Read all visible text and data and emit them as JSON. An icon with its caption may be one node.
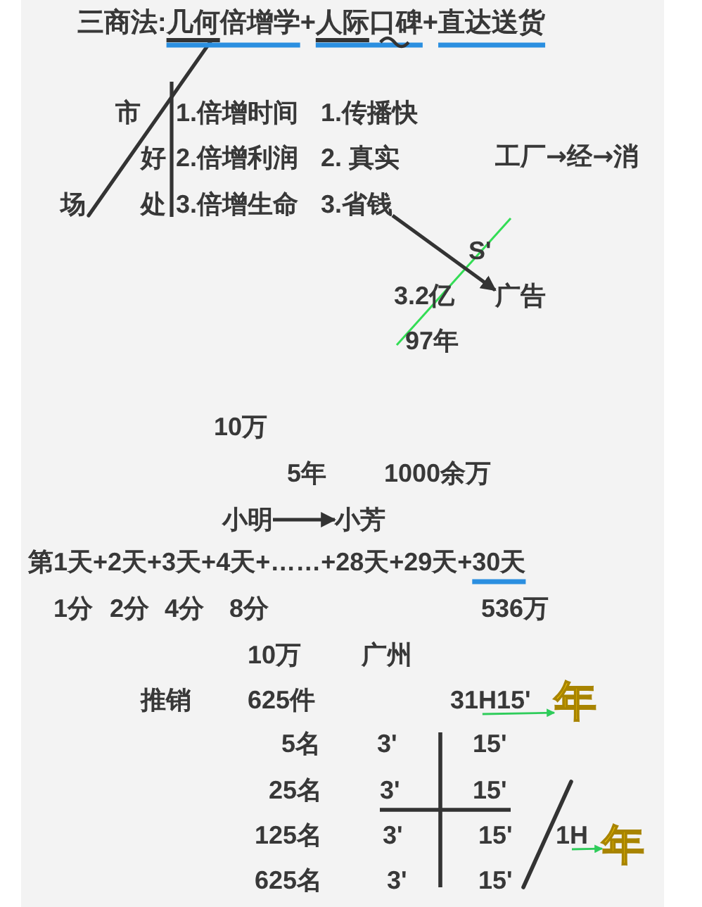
{
  "diagram": {
    "title": "三商法:几何倍增学+人际口碑+直达送货",
    "nodes": [
      {
        "text": [
          "3.省钱"
        ]
      },
      {
        "text": [
          "广告"
        ]
      },
      {
        "text": [
          "小明"
        ]
      },
      {
        "text": [
          "小芳"
        ]
      },
      {
        "text": [
          "31H15'"
        ]
      },
      {
        "text": [
          "年"
        ]
      },
      {
        "text": [
          "1H"
        ]
      },
      {
        "text": [
          "年"
        ]
      }
    ],
    "edges": [
      {
        "from": 0,
        "to": 1,
        "arrow": "to"
      },
      {
        "from": 2,
        "to": 3,
        "arrow": "to"
      },
      {
        "from": 4,
        "to": 5,
        "arrow": "to",
        "color": "#2ecc5a"
      },
      {
        "from": 6,
        "to": 7,
        "arrow": "to",
        "color": "#2ecc5a"
      }
    ],
    "labels": [
      "市",
      "1.倍增时间",
      "1.传播快",
      "好",
      "2.倍增利润",
      "2. 真实",
      "工厂→经→消",
      "场",
      "处",
      "3.倍增生命",
      "S'",
      "3.2亿",
      "97年",
      "10万",
      "5年",
      "1000余万",
      "第1天+2天+3天+4天+……+28天+29天+30天",
      "1分",
      "2分",
      "4分",
      "8分",
      "536万",
      "10万",
      "广州",
      "推销",
      "625件",
      "5名",
      "3'",
      "15'",
      "25名",
      "3'",
      "15'",
      "125名",
      "3'",
      "15'",
      "625名",
      "3'",
      "15'"
    ]
  }
}
